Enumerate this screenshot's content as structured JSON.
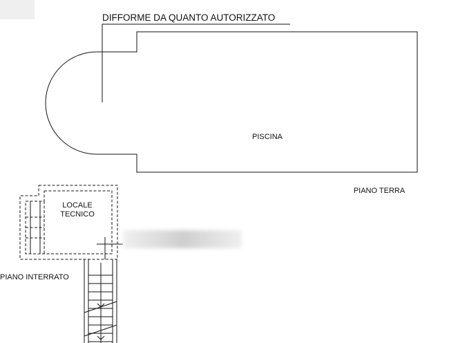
{
  "labels": {
    "nonconformity_note": "DIFFORME DA QUANTO AUTORIZZATO",
    "pool": "PISCINA",
    "ground_floor": "PIANO TERRA",
    "technical_room_line1": "LOCALE",
    "technical_room_line2": "TECNICO",
    "basement_floor": "PIANO INTERRATO"
  },
  "colors": {
    "line": "#111111",
    "background": "#ffffff"
  }
}
